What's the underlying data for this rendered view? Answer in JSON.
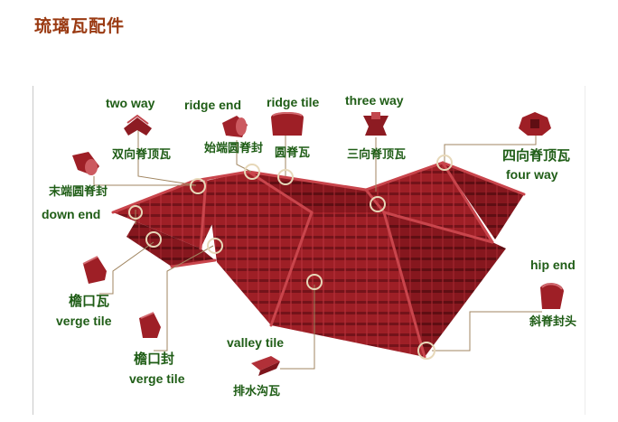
{
  "title": "琉璃瓦配件",
  "labels": {
    "two_way_en": "two way",
    "two_way_zh": "双向脊顶瓦",
    "ridge_end_en": "ridge end",
    "ridge_end_zh": "始端圆脊封",
    "ridge_tile_en": "ridge tile",
    "ridge_tile_zh": "圆脊瓦",
    "three_way_en": "three way",
    "three_way_zh": "三向脊顶瓦",
    "four_way_zh": "四向脊顶瓦",
    "four_way_en": "four way",
    "down_end_zh": "末端圆脊封",
    "down_end_en": "down end",
    "verge_tile_zh": "檐口瓦",
    "verge_tile_en": "verge tile",
    "verge_end_zh": "檐口封",
    "verge_end_en": "verge tile",
    "valley_tile_en": "valley tile",
    "valley_tile_zh": "排水沟瓦",
    "hip_end_en": "hip end",
    "hip_end_zh": "斜脊封头"
  },
  "colors": {
    "title": "#9a3a12",
    "label_text": "#1f5d16",
    "roof_red": "#9e1f26",
    "roof_dark": "#7d151c",
    "roof_light": "#b8323a",
    "leader": "#a08560"
  }
}
